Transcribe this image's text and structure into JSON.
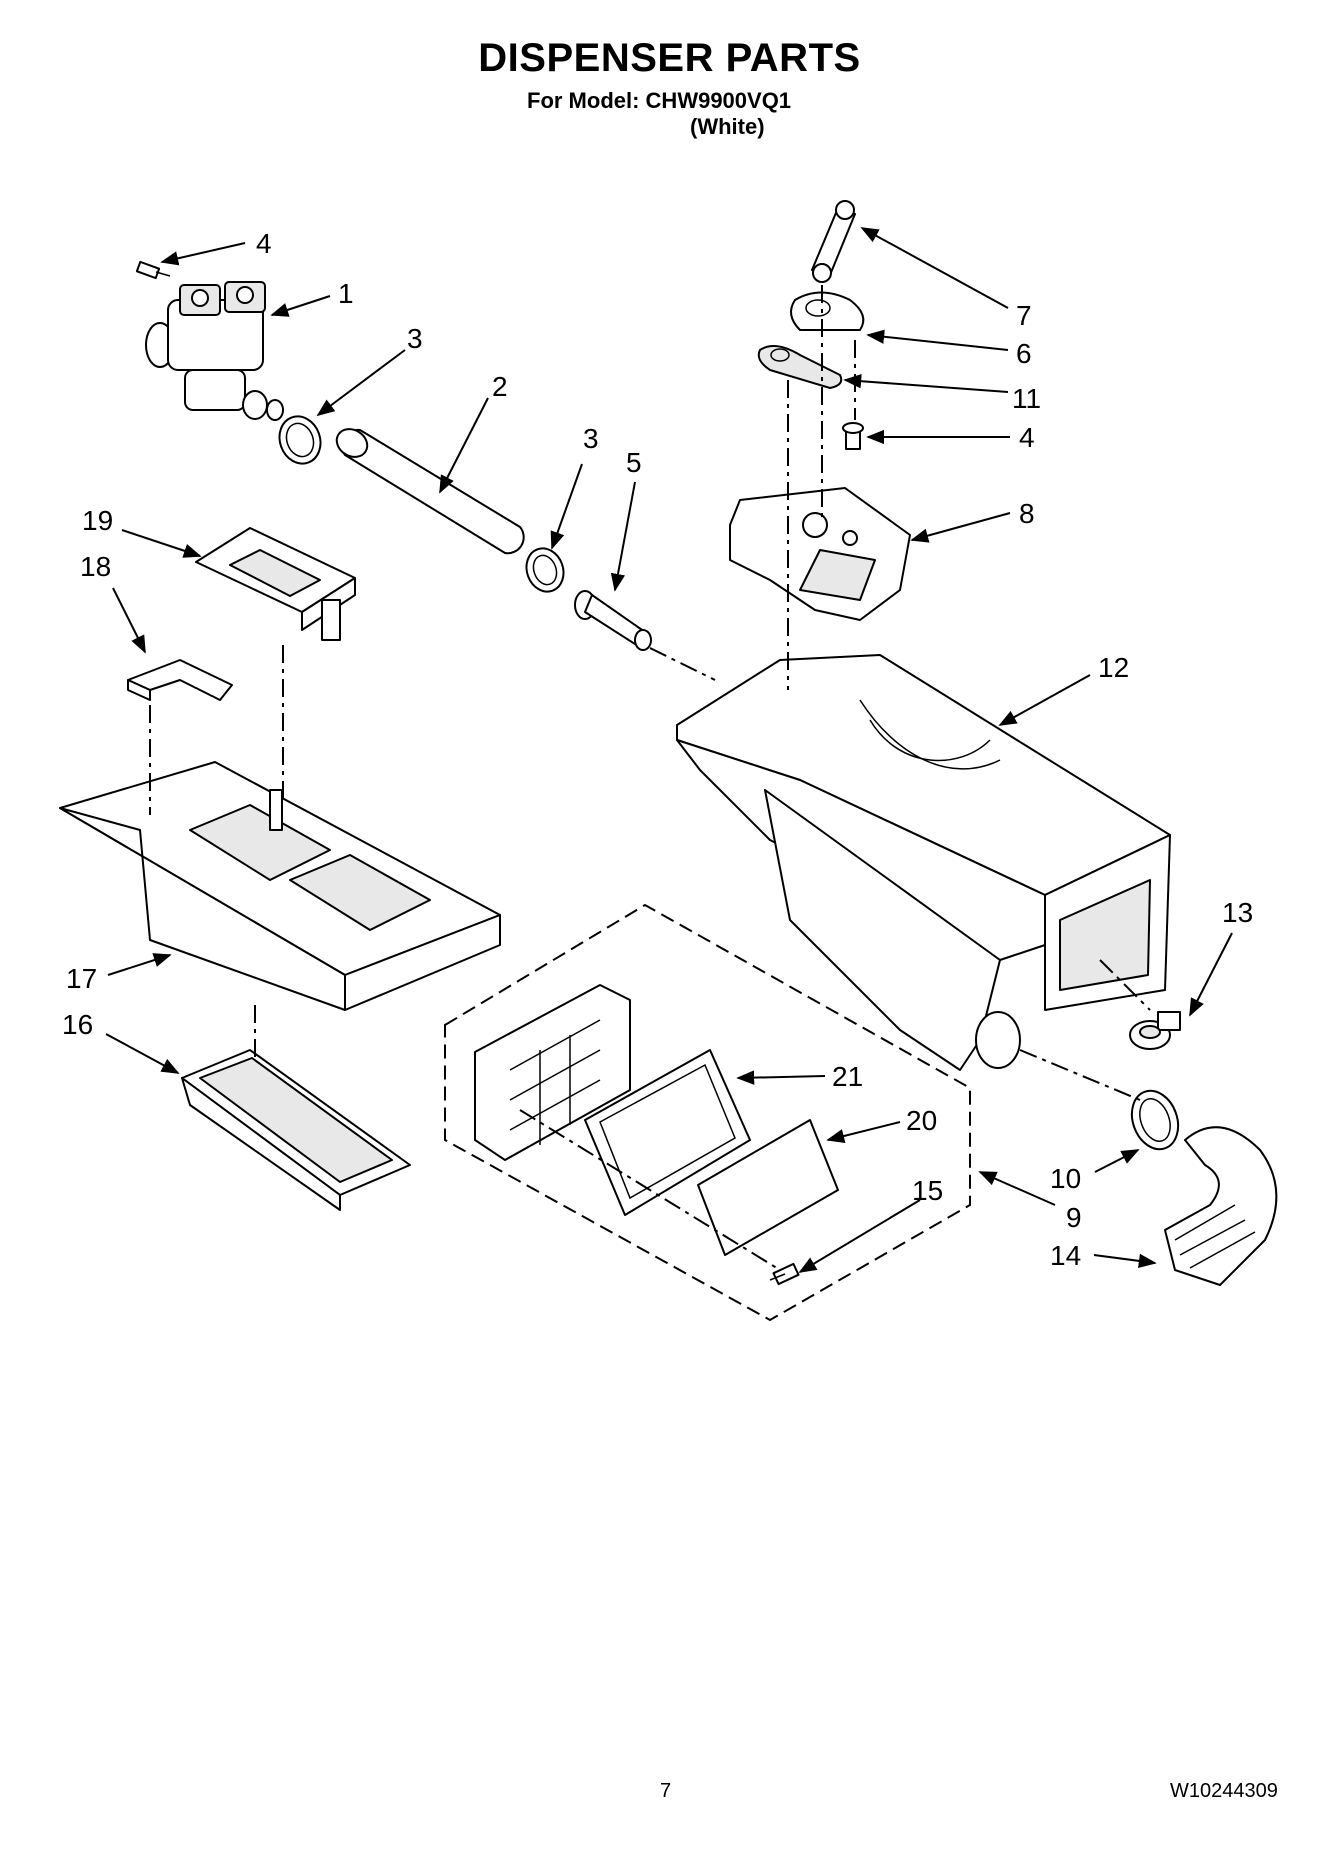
{
  "header": {
    "title": "DISPENSER PARTS",
    "model_line": "For Model: CHW9900VQ1",
    "color_line": "(White)"
  },
  "footer": {
    "page_number": "7",
    "document_number": "W10244309"
  },
  "callouts": [
    {
      "id": "c4a",
      "label": "4"
    },
    {
      "id": "c1",
      "label": "1"
    },
    {
      "id": "c3a",
      "label": "3"
    },
    {
      "id": "c2",
      "label": "2"
    },
    {
      "id": "c3b",
      "label": "3"
    },
    {
      "id": "c5",
      "label": "5"
    },
    {
      "id": "c7",
      "label": "7"
    },
    {
      "id": "c6",
      "label": "6"
    },
    {
      "id": "c11",
      "label": "11"
    },
    {
      "id": "c4b",
      "label": "4"
    },
    {
      "id": "c8",
      "label": "8"
    },
    {
      "id": "c12",
      "label": "12"
    },
    {
      "id": "c19",
      "label": "19"
    },
    {
      "id": "c18",
      "label": "18"
    },
    {
      "id": "c17",
      "label": "17"
    },
    {
      "id": "c16",
      "label": "16"
    },
    {
      "id": "c13",
      "label": "13"
    },
    {
      "id": "c21",
      "label": "21"
    },
    {
      "id": "c20",
      "label": "20"
    },
    {
      "id": "c15",
      "label": "15"
    },
    {
      "id": "c10",
      "label": "10"
    },
    {
      "id": "c9",
      "label": "9"
    },
    {
      "id": "c14",
      "label": "14"
    }
  ]
}
